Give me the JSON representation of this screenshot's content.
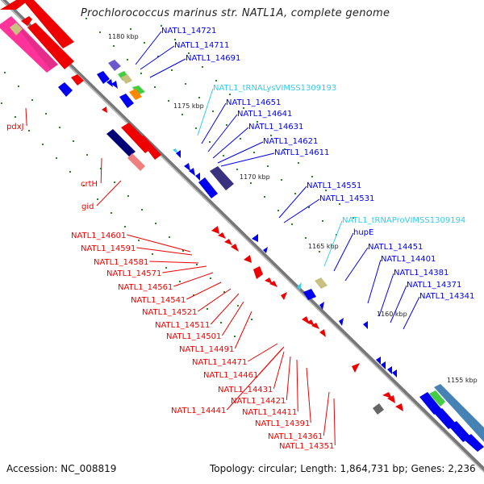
{
  "title": "Prochlorococcus marinus str. NATL1A, complete genome",
  "accession": "Accession: NC_008819",
  "summary": "Topology: circular; Length: 1,864,731 bp; Genes: 2,236",
  "colors": {
    "forward_gene": "#0000ee",
    "reverse_gene": "#ee0000",
    "trna": "#33ccee",
    "backbone": "#888888",
    "tick": "#228822"
  },
  "ticks": [
    "1180 kbp",
    "1175 kbp",
    "1170 kbp",
    "1165 kbp",
    "1160 kbp",
    "1155 kbp"
  ],
  "blue_labels": [
    "NATL1_14721",
    "NATL1_14711",
    "NATL1_14691",
    "NATL1_tRNALysVIMSS1309193",
    "NATL1_14651",
    "NATL1_14641",
    "NATL1_14631",
    "NATL1_14621",
    "NATL1_14611",
    "NATL1_14551",
    "NATL1_14531",
    "NATL1_tRNAProVIMSS1309194",
    "hupE",
    "NATL1_14451",
    "NATL1_14401",
    "NATL1_14381",
    "NATL1_14371",
    "NATL1_14341"
  ],
  "red_labels": [
    "pdxJ",
    "crtH",
    "gid",
    "NATL1_14601",
    "NATL1_14591",
    "NATL1_14581",
    "NATL1_14571",
    "NATL1_14561",
    "NATL1_14541",
    "NATL1_14521",
    "NATL1_14511",
    "NATL1_14501",
    "NATL1_14491",
    "NATL1_14471",
    "NATL1_14461",
    "NATL1_14431",
    "NATL1_14421",
    "NATL1_14441",
    "NATL1_14411",
    "NATL1_14391",
    "NATL1_14361",
    "NATL1_14351"
  ]
}
